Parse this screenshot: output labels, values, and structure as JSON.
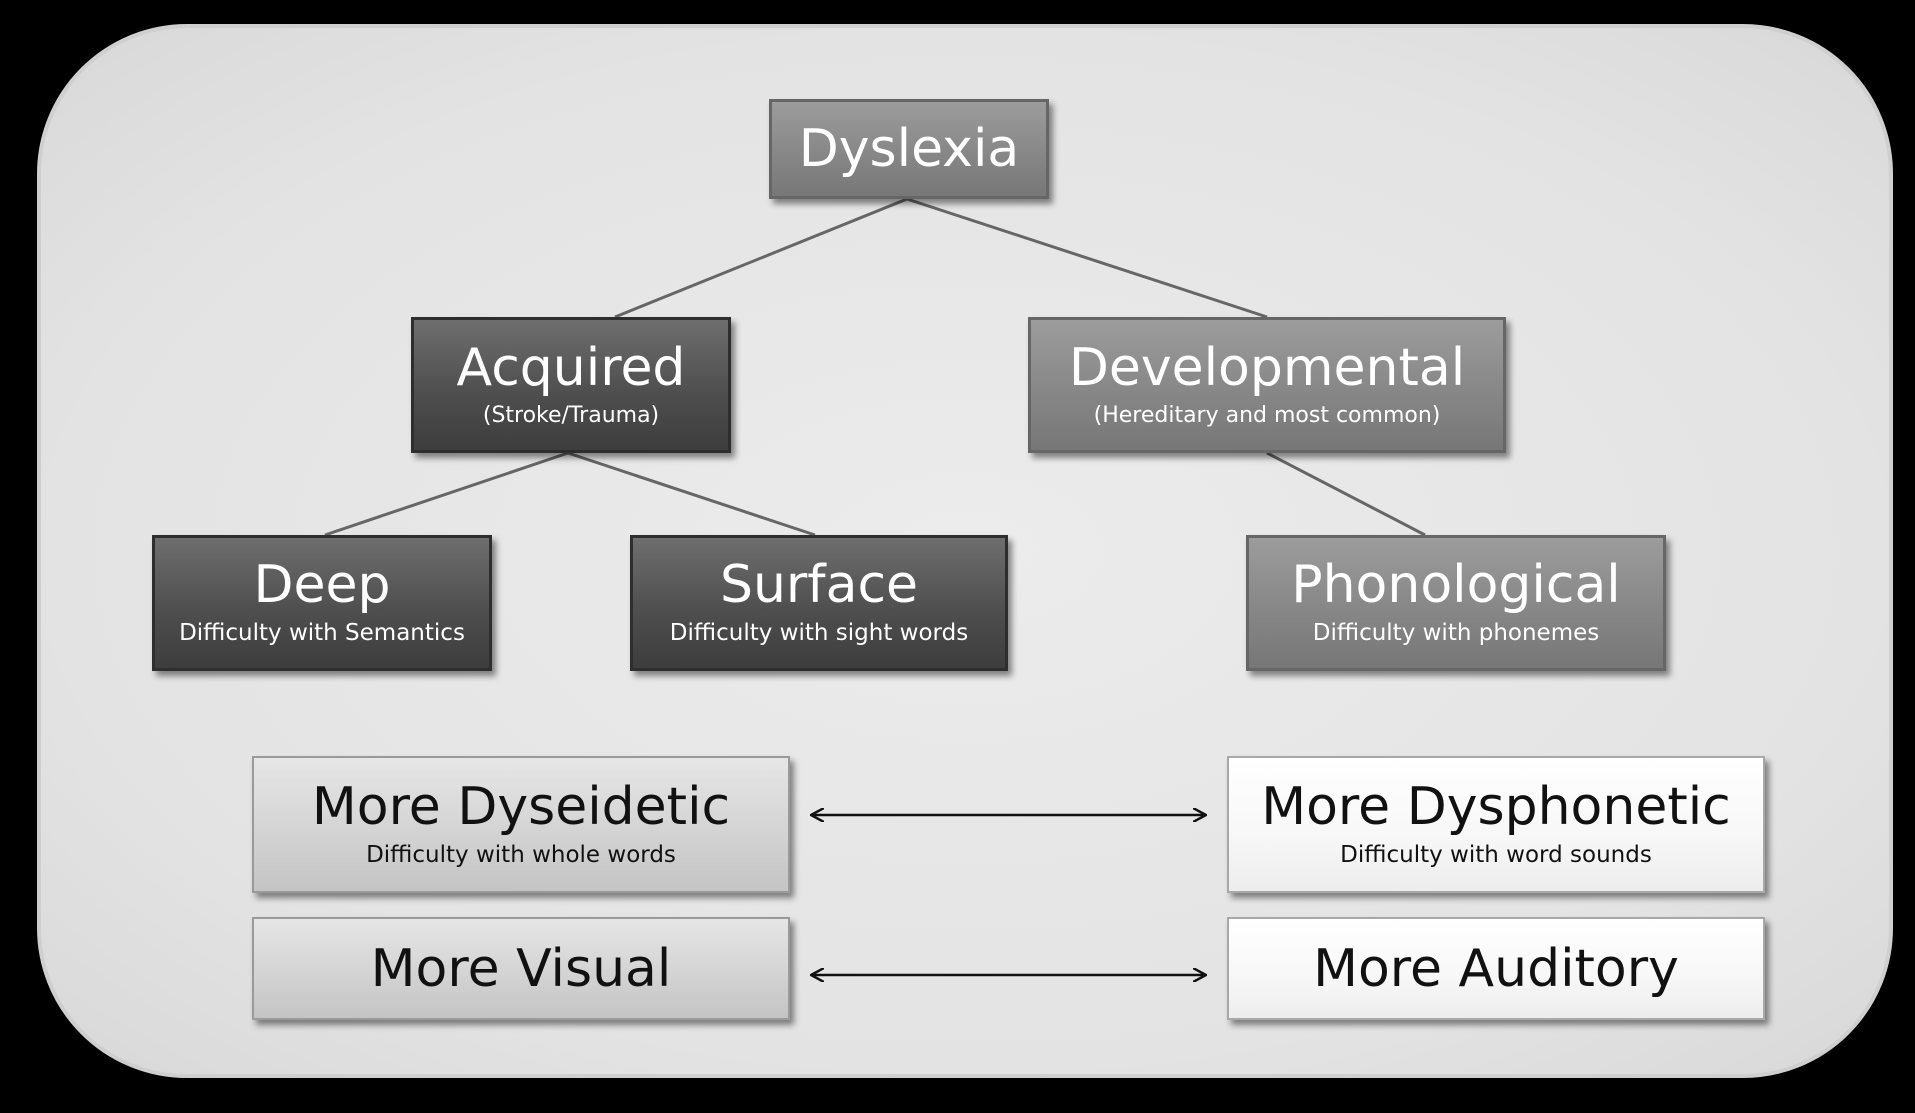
{
  "diagram": {
    "root": {
      "title": "Dyslexia"
    },
    "acquired": {
      "title": "Acquired",
      "subtitle": "(Stroke/Trauma)"
    },
    "developmental": {
      "title": "Developmental",
      "subtitle": "(Hereditary and most common)"
    },
    "deep": {
      "title": "Deep",
      "subtitle": "Difficulty with Semantics"
    },
    "surface": {
      "title": "Surface",
      "subtitle": "Difficulty with sight words"
    },
    "phonological": {
      "title": "Phonological",
      "subtitle": "Difficulty with phonemes"
    },
    "dyseidetic": {
      "title": "More Dyseidetic",
      "subtitle": "Difficulty with whole words"
    },
    "dysphonetic": {
      "title": "More Dysphonetic",
      "subtitle": "Difficulty with word sounds"
    },
    "visual": {
      "title": "More Visual"
    },
    "auditory": {
      "title": "More Auditory"
    }
  },
  "colors": {
    "background": "#000000",
    "panel": "#e6e6e6",
    "dark_node": "#4f4f4f",
    "mid_node": "#878787",
    "light_node": "#d2d2d2",
    "white_node": "#f7f7f7",
    "connector": "#666666",
    "arrow": "#111111"
  }
}
